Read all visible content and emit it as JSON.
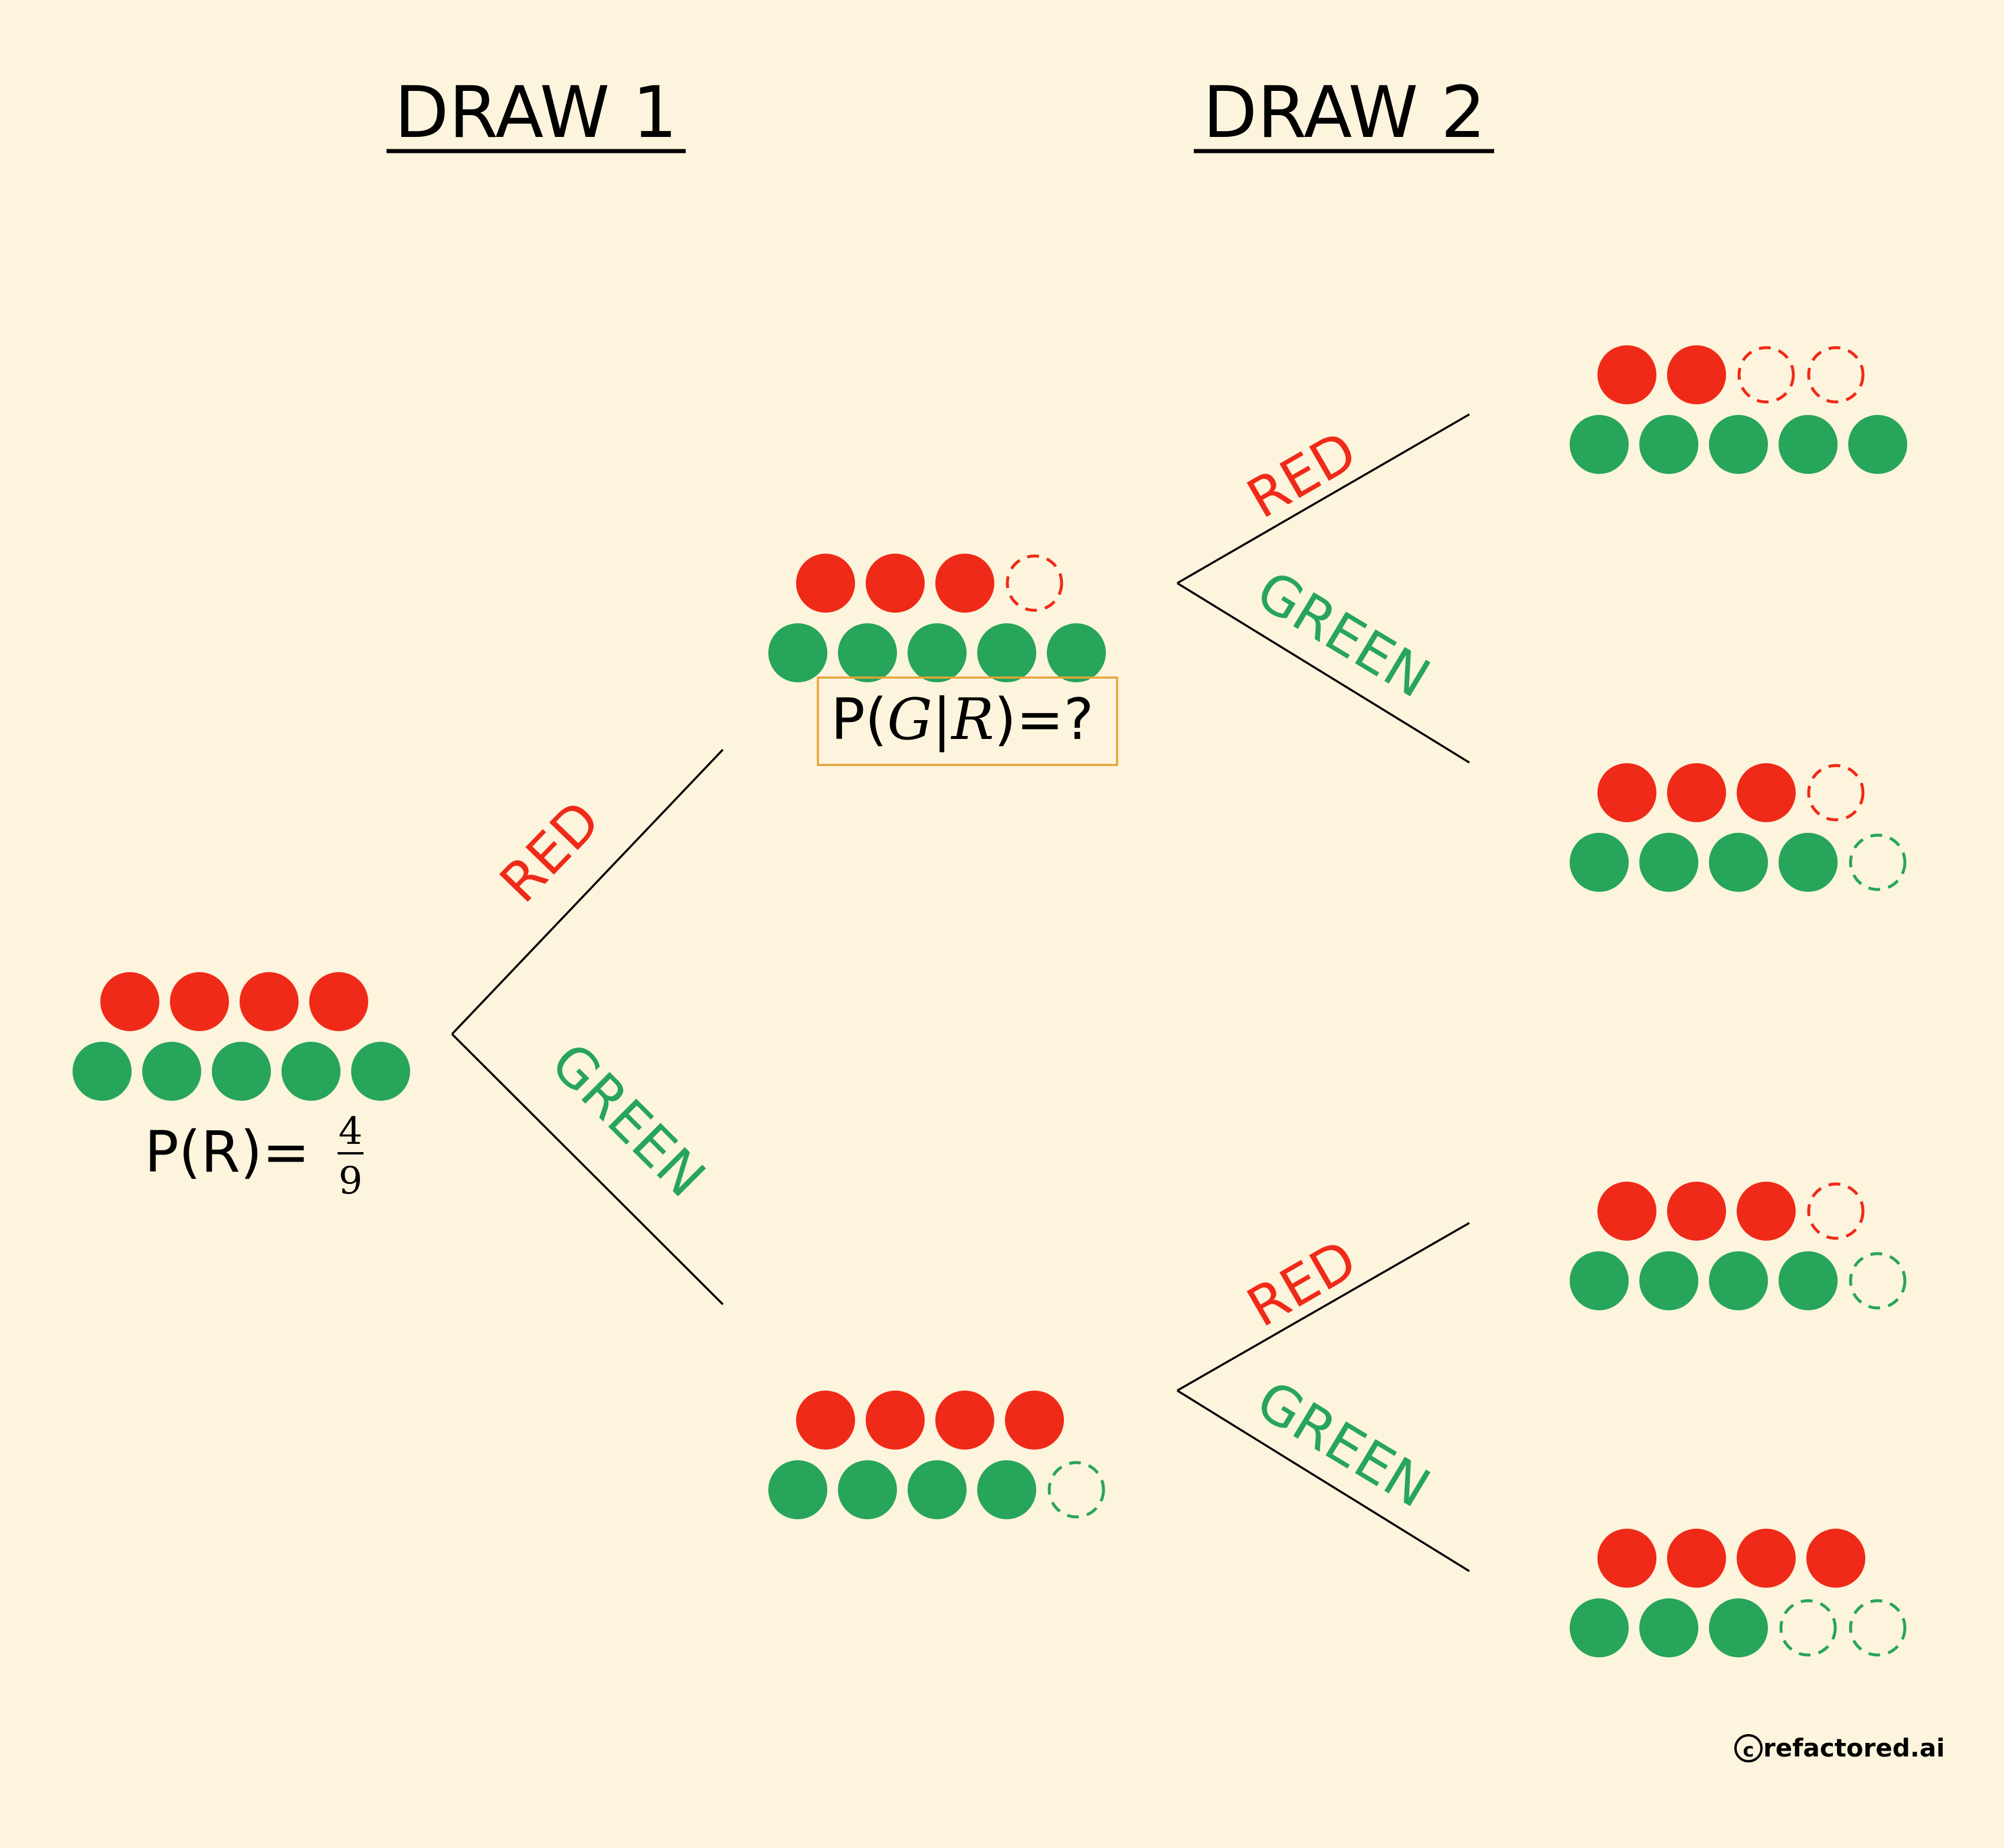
{
  "headers": {
    "draw1": "DRAW 1",
    "draw2": "DRAW 2"
  },
  "branches": {
    "draw1_red": "RED",
    "draw1_green": "GREEN",
    "upper_red": "RED",
    "upper_green": "GREEN",
    "lower_red": "RED",
    "lower_green": "GREEN"
  },
  "probabilities": {
    "root": {
      "prefix": "P(R)=",
      "numerator": "4",
      "denominator": "9"
    },
    "conditional": {
      "open": "P(",
      "g": "G",
      "bar": "|",
      "r": "R",
      "close": ")=?"
    }
  },
  "urns": {
    "root": {
      "red": 4,
      "red_removed": 0,
      "green": 5,
      "green_removed": 0
    },
    "after_red": {
      "red": 3,
      "red_removed": 1,
      "green": 5,
      "green_removed": 0
    },
    "after_green": {
      "red": 4,
      "red_removed": 0,
      "green": 4,
      "green_removed": 1
    },
    "red_red": {
      "red": 2,
      "red_removed": 2,
      "green": 5,
      "green_removed": 0
    },
    "red_green": {
      "red": 3,
      "red_removed": 1,
      "green": 4,
      "green_removed": 1
    },
    "green_red": {
      "red": 3,
      "red_removed": 1,
      "green": 4,
      "green_removed": 1
    },
    "green_green": {
      "red": 4,
      "red_removed": 0,
      "green": 3,
      "green_removed": 2
    }
  },
  "credit": {
    "symbol": "c",
    "text": "refactored.ai"
  },
  "colors": {
    "background": "#fdf4dd",
    "red": "#f02a18",
    "green": "#27a55a",
    "line": "#000000",
    "box_border": "#e8a33a"
  }
}
